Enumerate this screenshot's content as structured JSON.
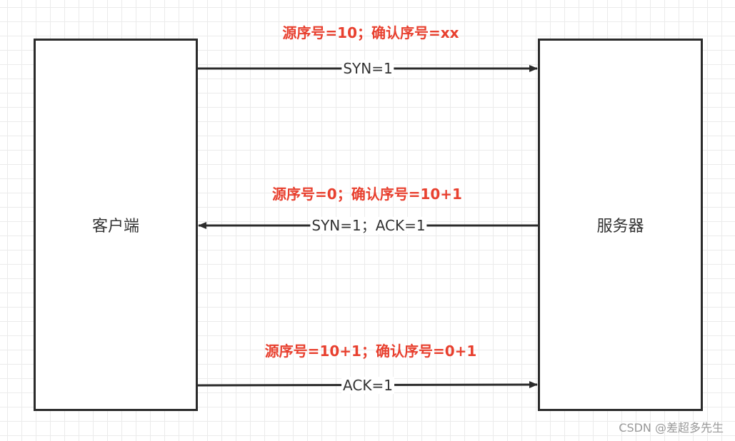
{
  "nodes": {
    "client": "客户端",
    "server": "服务器"
  },
  "messages": [
    {
      "note": "源序号=10；确认序号=xx",
      "label": "SYN=1",
      "direction": "client-to-server"
    },
    {
      "note": "源序号=0；确认序号=10+1",
      "label": "SYN=1；ACK=1",
      "direction": "server-to-client"
    },
    {
      "note": "源序号=10+1；确认序号=0+1",
      "label": "ACK=1",
      "direction": "client-to-server"
    }
  ],
  "watermark": "CSDN @差超多先生",
  "colors": {
    "note": "#e8402f",
    "line": "#2b2b2b",
    "grid": "#ebebeb"
  }
}
